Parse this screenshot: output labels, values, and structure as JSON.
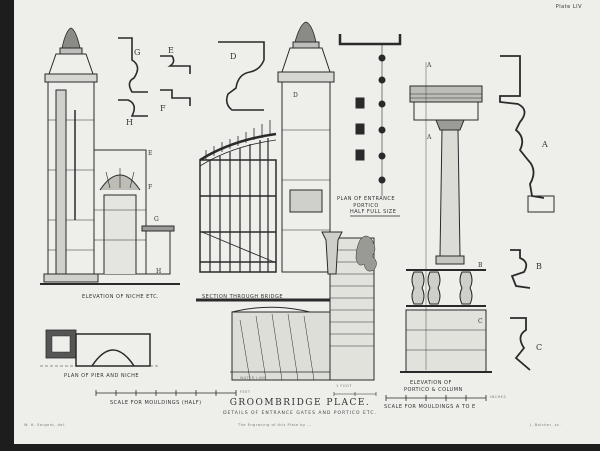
{
  "plate": {
    "number": "Plate LIV"
  },
  "title": {
    "main": "GROOMBRIDGE PLACE.",
    "sub": "DETAILS OF ENTRANCE GATES AND PORTICO ETC."
  },
  "labels": {
    "elevation_niche": "ELEVATION OF NICHE ETC.",
    "section_bridge": "SECTION THROUGH BRIDGE",
    "plan_pier_niche": "PLAN OF PIER AND NICHE",
    "plan_portico": "PLAN OF ENTRANCE PORTICO",
    "elevation_portico_line1": "ELEVATION OF",
    "elevation_portico_line2": "PORTICO & COLUMN",
    "scale_left": "SCALE FOR MOULDINGS (HALF)",
    "scale_right": "SCALE FOR MOULDINGS A TO E",
    "feet_label": "FEET",
    "inches_label": "INCHES",
    "water_line": "WATER LINE",
    "half_full_size": "HALF FULL SIZE",
    "foot_line": "1 FOOT"
  },
  "letters": {
    "A": "A",
    "B": "B",
    "C": "C",
    "D": "D",
    "E": "E",
    "F": "F",
    "G": "G",
    "H": "H"
  },
  "credits": {
    "left": "W. H. Sargent, del.",
    "center": "The Engraving of this Plate by ...",
    "right": "J. Bolcher, sc."
  }
}
